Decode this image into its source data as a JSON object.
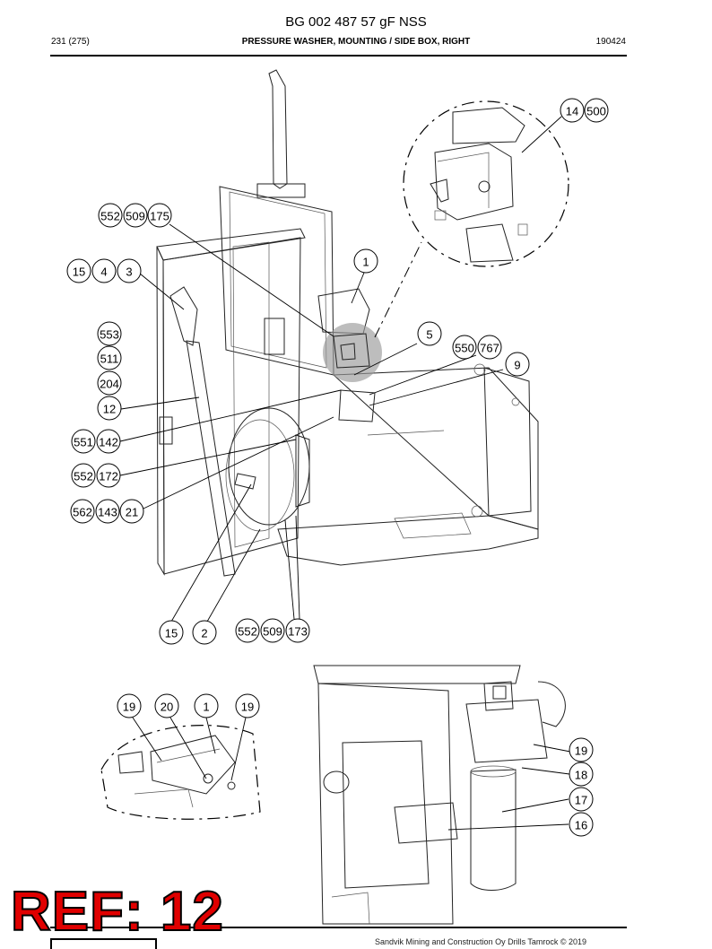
{
  "header": {
    "doc_title": "BG 002 487 57 gF NSS",
    "page": "231 (275)",
    "section": "PRESSURE WASHER, MOUNTING / SIDE BOX, RIGHT",
    "code": "190424"
  },
  "footer": {
    "copyright": "Sandvik Mining and Construction Oy Drills Tamrock © 2019"
  },
  "stamp": {
    "text": "REF: 12",
    "color": "#e00000"
  },
  "callouts": {
    "c14": "14",
    "c500": "500",
    "c552a": "552",
    "c509a": "509",
    "c175": "175",
    "c1a": "1",
    "c15a": "15",
    "c4": "4",
    "c3": "3",
    "c5": "5",
    "c550": "550",
    "c767": "767",
    "c9": "9",
    "c553": "553",
    "c511": "511",
    "c204": "204",
    "c12": "12",
    "c551": "551",
    "c142": "142",
    "c552b": "552",
    "c172": "172",
    "c562": "562",
    "c143": "143",
    "c21": "21",
    "c15b": "15",
    "c2": "2",
    "c552c": "552",
    "c509b": "509",
    "c173": "173",
    "c19a": "19",
    "c20": "20",
    "c1b": "1",
    "c19b": "19",
    "c19c": "19",
    "c18": "18",
    "c17": "17",
    "c16": "16"
  }
}
